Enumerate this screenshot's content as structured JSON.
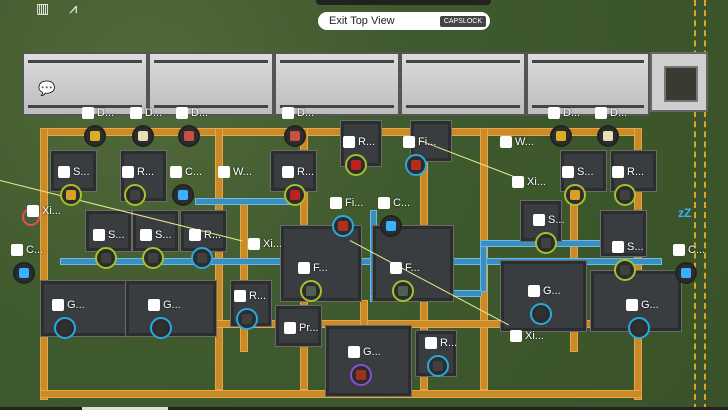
{
  "hud": {
    "exit_label": "Exit Top View",
    "exit_key": "CAPSLOCK",
    "top_icons": [
      "power-grid-icon",
      "road-icon"
    ]
  },
  "colors": {
    "ring_green": "#a8c02a",
    "ring_blue": "#2aa8e0",
    "ring_purple": "#8a4fd0",
    "belt": "#c98a2a",
    "pipe": "#3b8fc0",
    "road": "#d8a825"
  },
  "machines": [
    {
      "label": "D...",
      "icon": "depot-icon",
      "ring": "dark",
      "item": "#d8b020"
    },
    {
      "label": "D...",
      "icon": "depot-icon",
      "ring": "dark",
      "item": "#e8e0b0"
    },
    {
      "label": "D...",
      "icon": "depot-icon",
      "ring": "dark",
      "item": "#c85040"
    },
    {
      "label": "D...",
      "icon": "depot-icon",
      "ring": "dark",
      "item": "#c85040"
    },
    {
      "label": "D...",
      "icon": "depot-icon",
      "ring": "dark",
      "item": "#d8b020"
    },
    {
      "label": "D...",
      "icon": "depot-icon",
      "ring": "dark",
      "item": "#e8e0b0"
    },
    {
      "label": "R...",
      "icon": "refinery-icon",
      "ring": "green",
      "item": "#c02020"
    },
    {
      "label": "Fi...",
      "icon": "filter-icon",
      "ring": "blue",
      "item": "#b03020"
    },
    {
      "label": "W...",
      "icon": "water-pump-icon",
      "ring": "none",
      "item": ""
    },
    {
      "label": "S...",
      "icon": "smelter-icon",
      "ring": "green",
      "item": "#d8a020"
    },
    {
      "label": "R...",
      "icon": "refinery-icon",
      "ring": "green",
      "item": "#404040"
    },
    {
      "label": "C...",
      "icon": "condenser-icon",
      "ring": "dark",
      "item": "#3ab0ff"
    },
    {
      "label": "W...",
      "icon": "water-pump-icon",
      "ring": "none",
      "item": ""
    },
    {
      "label": "R...",
      "icon": "refinery-icon",
      "ring": "green",
      "item": "#c02020"
    },
    {
      "label": "Xi...",
      "icon": "extractor-icon",
      "ring": "none",
      "item": ""
    },
    {
      "label": "S...",
      "icon": "smelter-icon",
      "ring": "green",
      "item": "#d8a020"
    },
    {
      "label": "R...",
      "icon": "refinery-icon",
      "ring": "green",
      "item": "#404040"
    },
    {
      "label": "Xi...",
      "icon": "extractor-icon",
      "ring": "none",
      "item": ""
    },
    {
      "label": "Fi...",
      "icon": "filter-icon",
      "ring": "blue",
      "item": "#b03020"
    },
    {
      "label": "C...",
      "icon": "condenser-icon",
      "ring": "dark",
      "item": "#3ab0ff"
    },
    {
      "label": "S...",
      "icon": "smelter-icon",
      "ring": "green",
      "item": "#404040"
    },
    {
      "label": "S...",
      "icon": "smelter-icon",
      "ring": "green",
      "item": "#404040"
    },
    {
      "label": "R...",
      "icon": "refinery-icon",
      "ring": "blue",
      "item": "#404040"
    },
    {
      "label": "Xi...",
      "icon": "extractor-icon",
      "ring": "none",
      "item": ""
    },
    {
      "label": "F...",
      "icon": "furnace-icon",
      "ring": "green",
      "item": "#506050"
    },
    {
      "label": "F...",
      "icon": "furnace-icon",
      "ring": "green",
      "item": "#506050"
    },
    {
      "label": "S...",
      "icon": "smelter-icon",
      "ring": "green",
      "item": "#404040"
    },
    {
      "label": "S...",
      "icon": "smelter-icon",
      "ring": "green",
      "item": "#404040"
    },
    {
      "label": "C...",
      "icon": "condenser-icon",
      "ring": "dark",
      "item": "#3ab0ff"
    },
    {
      "label": "C...",
      "icon": "condenser-icon",
      "ring": "dark",
      "item": "#3ab0ff"
    },
    {
      "label": "G...",
      "icon": "generator-icon",
      "ring": "blue",
      "item": "#303030"
    },
    {
      "label": "G...",
      "icon": "generator-icon",
      "ring": "blue",
      "item": "#303030"
    },
    {
      "label": "R...",
      "icon": "refinery-icon",
      "ring": "blue",
      "item": "#404040"
    },
    {
      "label": "G...",
      "icon": "generator-icon",
      "ring": "blue",
      "item": "#303030"
    },
    {
      "label": "G...",
      "icon": "generator-icon",
      "ring": "blue",
      "item": "#303030"
    },
    {
      "label": "Pr...",
      "icon": "press-icon",
      "ring": "none",
      "item": ""
    },
    {
      "label": "G...",
      "icon": "assembler-icon",
      "ring": "purple",
      "item": "#a03020"
    },
    {
      "label": "R...",
      "icon": "refinery-icon",
      "ring": "blue",
      "item": "#404040"
    },
    {
      "label": "Xi...",
      "icon": "extractor-icon",
      "ring": "none",
      "item": ""
    }
  ]
}
